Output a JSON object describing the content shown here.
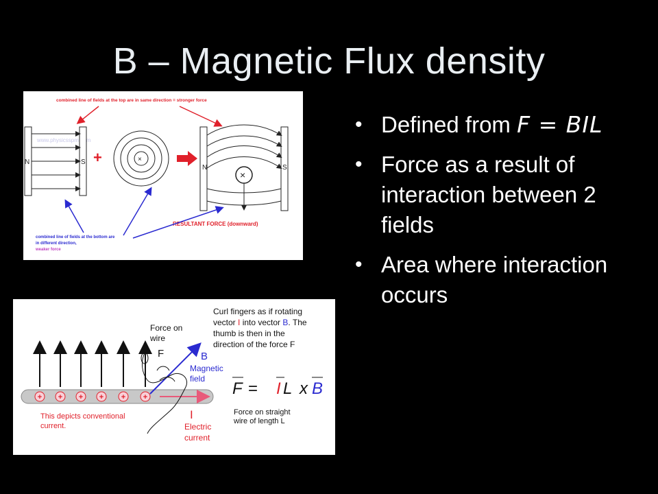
{
  "slide": {
    "title": "B – Magnetic Flux density",
    "bullets": [
      {
        "text": "Defined from ",
        "formula": "F = BIL"
      },
      {
        "text": "Force as a result of interaction between 2 fields"
      },
      {
        "text": "Area where interaction occurs"
      }
    ]
  },
  "figure_top": {
    "top_note": "combined line of fields at the top are in same direction = stronger force",
    "watermark": "www.physicsspm.com",
    "pole_n": "N",
    "pole_s": "S",
    "plus": "+",
    "resultant": "RESULTANT FORCE (downward)",
    "bottom_note_line1": "combined line of fields at the bottom are",
    "bottom_note_line2": "in different direction,",
    "bottom_note_line3": "weaker force"
  },
  "figure_bottom": {
    "curl_line1": "Curl fingers as if rotating",
    "curl_line2a": "vector ",
    "curl_line2b": "I",
    "curl_line2c": " into vector ",
    "curl_line2d": "B",
    "curl_line2e": ". The",
    "curl_line3": "thumb is then in the",
    "curl_line4": "direction of the force F",
    "force_on_wire_1": "Force on",
    "force_on_wire_2": "wire",
    "f_label": "F",
    "b_label": "B",
    "magnetic_1": "Magnetic",
    "magnetic_2": "field",
    "i_label": "I",
    "electric_1": "Electric",
    "electric_2": "current",
    "conventional_1": "This depicts conventional",
    "conventional_2": "current.",
    "eq_f": "F",
    "eq_eq": "=",
    "eq_i": "I",
    "eq_l": "L",
    "eq_x": "x",
    "eq_b": "B",
    "straight_1": "Force on straight",
    "straight_2": "wire of length L",
    "plus": "+",
    "colors": {
      "red": "#e0202a",
      "blue": "#2a2ad0"
    }
  }
}
